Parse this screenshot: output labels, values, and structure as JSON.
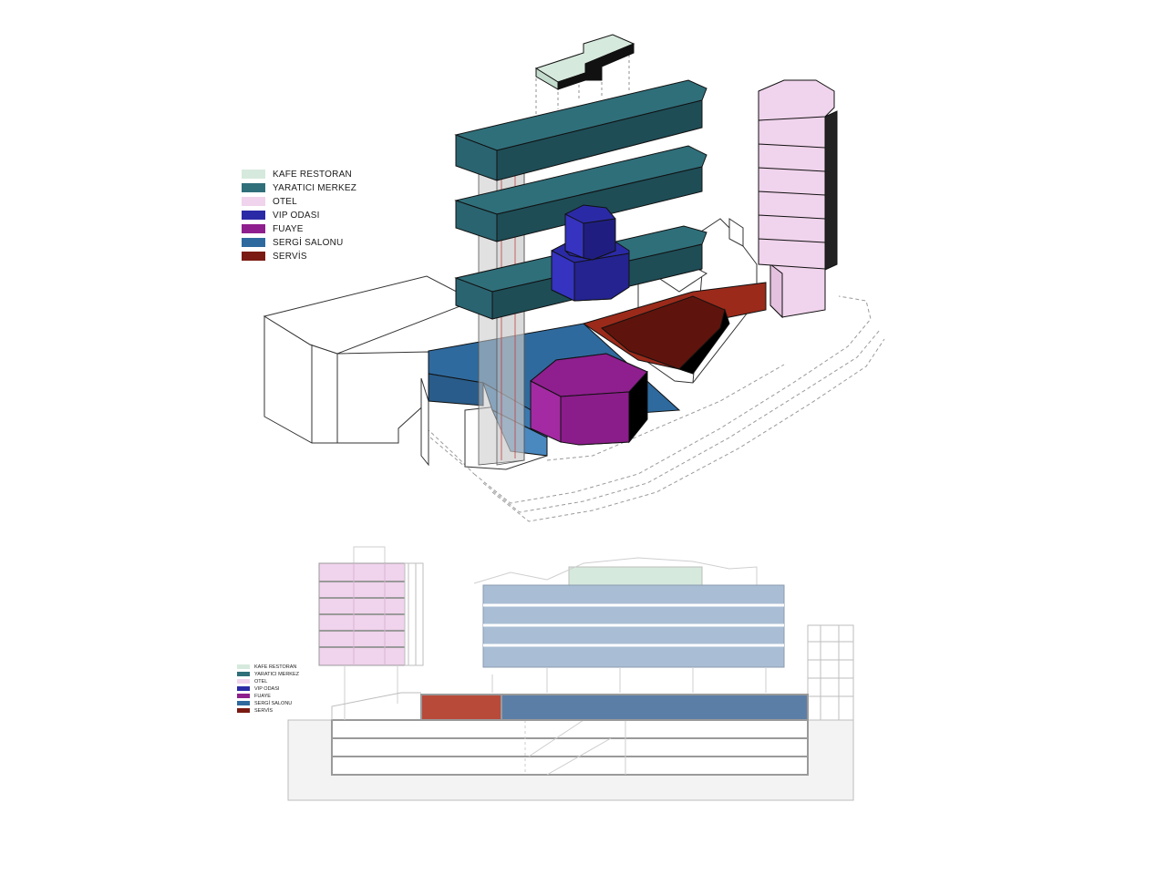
{
  "legend_top": {
    "items": [
      {
        "label": "KAFE RESTORAN",
        "color": "#d6e9dd"
      },
      {
        "label": "YARATICI MERKEZ",
        "color": "#2f6f7a"
      },
      {
        "label": "OTEL",
        "color": "#f0d3ec"
      },
      {
        "label": "VIP ODASI",
        "color": "#2b2aa6"
      },
      {
        "label": "FUAYE",
        "color": "#8f1f8e"
      },
      {
        "label": "SERGİ SALONU",
        "color": "#2f6a9e"
      },
      {
        "label": "SERVİS",
        "color": "#7a1a12"
      }
    ]
  },
  "legend_bottom": {
    "items": [
      {
        "label": "KAFE RESTORAN",
        "color": "#d6e9dd"
      },
      {
        "label": "YARATICI MERKEZ",
        "color": "#2f6f7a"
      },
      {
        "label": "OTEL",
        "color": "#f0d3ec"
      },
      {
        "label": "VIP ODASI",
        "color": "#2b2aa6"
      },
      {
        "label": "FUAYE",
        "color": "#8f1f8e"
      },
      {
        "label": "SERGİ SALONU",
        "color": "#2f6a9e"
      },
      {
        "label": "SERVİS",
        "color": "#7a1a12"
      }
    ]
  },
  "colors": {
    "cafe": "#d6e9dd",
    "creative": "#2f6f7a",
    "hotel": "#f0d3ec",
    "vip": "#2b2aa6",
    "foyer": "#8f1f8e",
    "exhibition": "#2f6a9e",
    "service": "#7a1a12",
    "section_blue": "#a9bed4",
    "section_red": "#b84a3a",
    "section_exhibition": "#5b7ea6"
  }
}
